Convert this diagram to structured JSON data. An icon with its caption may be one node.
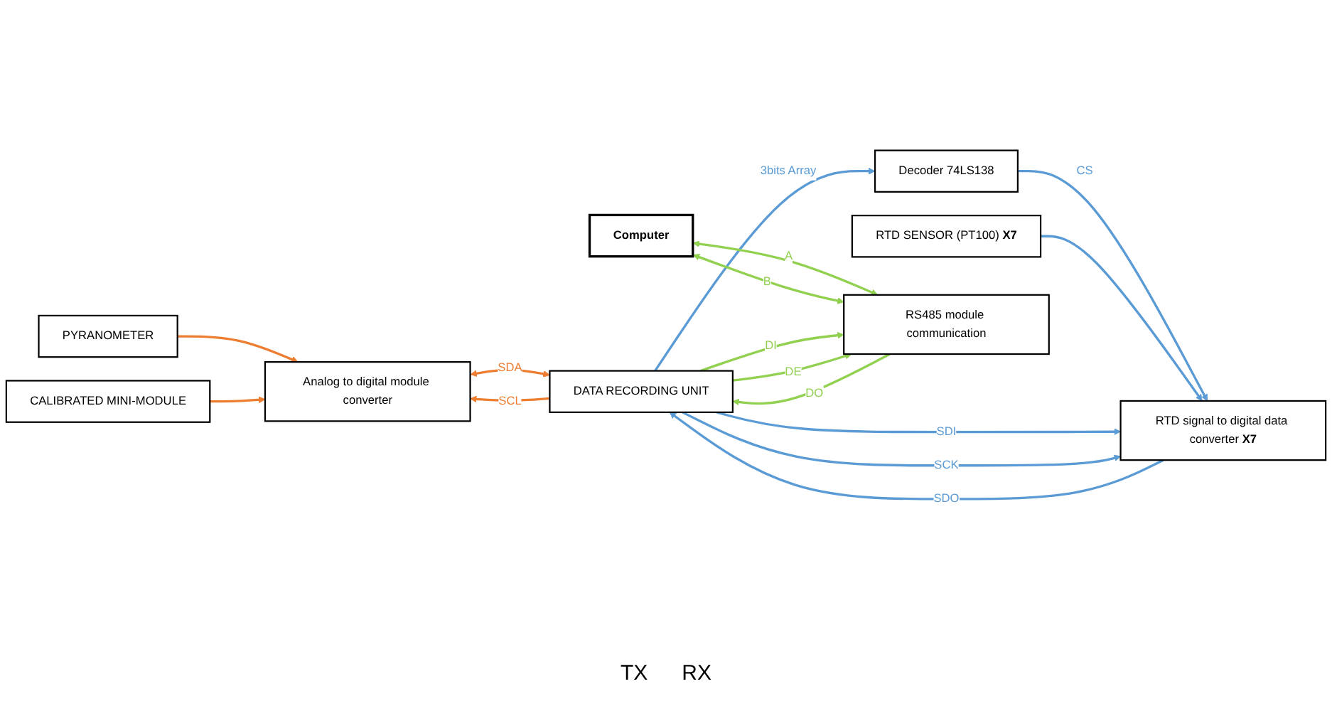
{
  "diagram": {
    "nodes": [
      {
        "text": [
          "PYRANOMETER"
        ]
      },
      {
        "text": [
          "CALIBRATED MINI-MODULE"
        ]
      },
      {
        "text": [
          "Analog to digital module converter"
        ]
      },
      {
        "text": [
          "DATA RECORDING UNIT"
        ]
      },
      {
        "text": [
          "RTD signal to digital data converter **X7**"
        ]
      },
      {
        "text": [
          "Decoder 74LS138"
        ]
      },
      {
        "text": [
          "RTD SENSOR (PT100) **X7**"
        ]
      },
      {
        "text": [
          "Computer"
        ]
      },
      {
        "text": [
          "RS485 module communication"
        ]
      }
    ],
    "edges": [
      {
        "from": 0,
        "to": 2,
        "arrow": "to",
        "color": "#ed7d31"
      },
      {
        "from": 1,
        "to": 2,
        "arrow": "to",
        "color": "#ed7d31"
      },
      {
        "from": 2,
        "to": 3,
        "arrow": "both",
        "label": "SDA",
        "color": "#ed7d31"
      },
      {
        "from": 3,
        "to": 2,
        "arrow": "to",
        "label": "SCL",
        "color": "#ed7d31"
      },
      {
        "from": 3,
        "to": 5,
        "arrow": "to",
        "label": "3bits Array"
      },
      {
        "from": 5,
        "to": 4,
        "arrow": "to",
        "label": "CS"
      },
      {
        "from": 6,
        "to": 4,
        "arrow": "to"
      },
      {
        "from": 4,
        "to": 3,
        "arrow": "to",
        "label": "SDO"
      },
      {
        "from": 3,
        "to": 4,
        "arrow": "to",
        "label": "SDI"
      },
      {
        "from": 3,
        "to": 4,
        "arrow": "to",
        "label": "SCK"
      },
      {
        "from": 7,
        "to": 8,
        "arrow": "both",
        "label": "A",
        "color": "#92d050"
      },
      {
        "from": 7,
        "to": 8,
        "arrow": "both",
        "label": "B",
        "color": "#92d050"
      },
      {
        "from": 3,
        "to": 8,
        "arrow": "to",
        "label": "DI",
        "color": "#92d050"
      },
      {
        "from": 8,
        "to": 3,
        "arrow": "to",
        "label": "DO",
        "color": "#92d050"
      },
      {
        "from": 3,
        "to": 8,
        "arrow": "to",
        "label": "DE",
        "color": "#92d050"
      }
    ],
    "labels": [
      "TX",
      "RX"
    ]
  }
}
